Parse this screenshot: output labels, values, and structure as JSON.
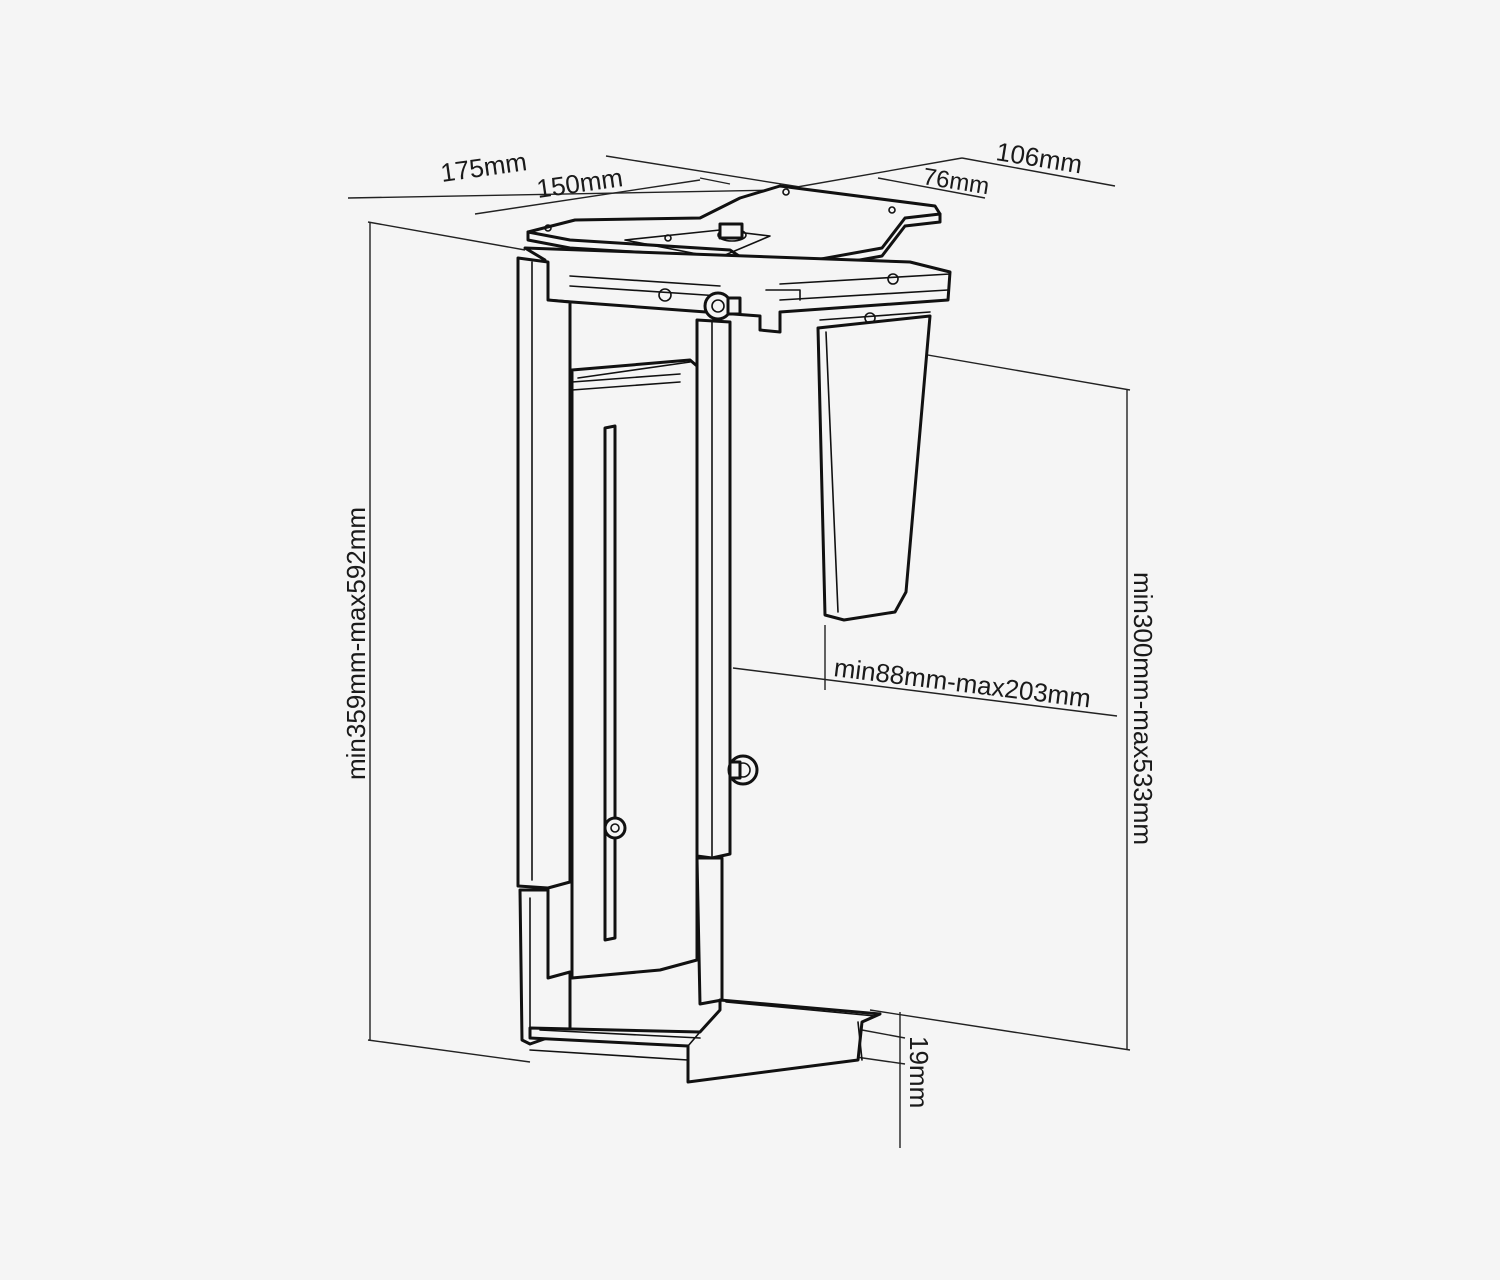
{
  "dimensions": {
    "top_outer_width": "175mm",
    "top_inner_width": "150mm",
    "top_outer_depth": "106mm",
    "top_inner_depth": "76mm",
    "total_height": "min359mm-max592mm",
    "holder_height": "min300mm-max533mm",
    "holder_width": "min88mm-max203mm",
    "base_thickness": "19mm"
  }
}
